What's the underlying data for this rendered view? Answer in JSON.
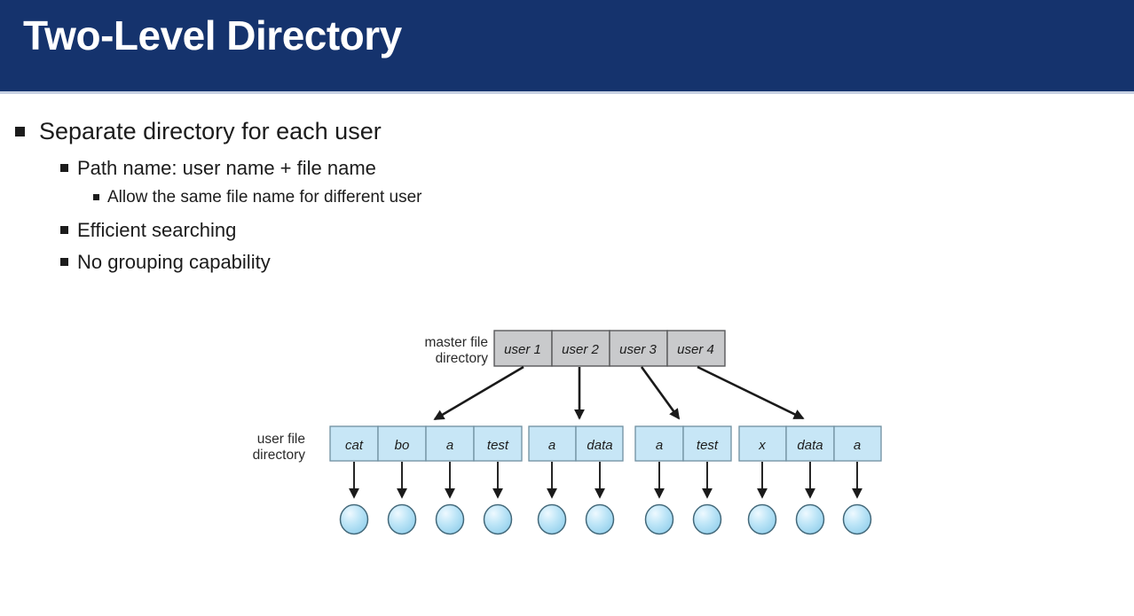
{
  "header": {
    "title": "Two-Level Directory",
    "bg_color": "#15336d"
  },
  "bullets": [
    {
      "level": 1,
      "text": "Separate directory for each user"
    },
    {
      "level": 2,
      "text": "Path name: user name + file name"
    },
    {
      "level": 3,
      "text": "Allow the same file name for different user"
    },
    {
      "level": 2,
      "text": "Efficient searching"
    },
    {
      "level": 2,
      "text": "No grouping capability"
    }
  ],
  "diagram": {
    "mfd_label": [
      "master file",
      "directory"
    ],
    "ufd_label": [
      "user file",
      "directory"
    ],
    "mfd_cells": [
      "user 1",
      "user 2",
      "user 3",
      "user 4"
    ],
    "ufd_groups": [
      {
        "cells": [
          "cat",
          "bo",
          "a",
          "test"
        ]
      },
      {
        "cells": [
          "a",
          "data"
        ]
      },
      {
        "cells": [
          "a",
          "test"
        ]
      },
      {
        "cells": [
          "x",
          "data",
          "a"
        ]
      }
    ],
    "colors": {
      "mfd_fill": "#c9cacc",
      "mfd_border": "#58595b",
      "ufd_fill": "#c7e6f6",
      "ufd_border": "#6f8fa0",
      "arrow": "#1a1a1a",
      "ball_fill": "#a6daf3",
      "ball_border": "#44697a"
    }
  }
}
